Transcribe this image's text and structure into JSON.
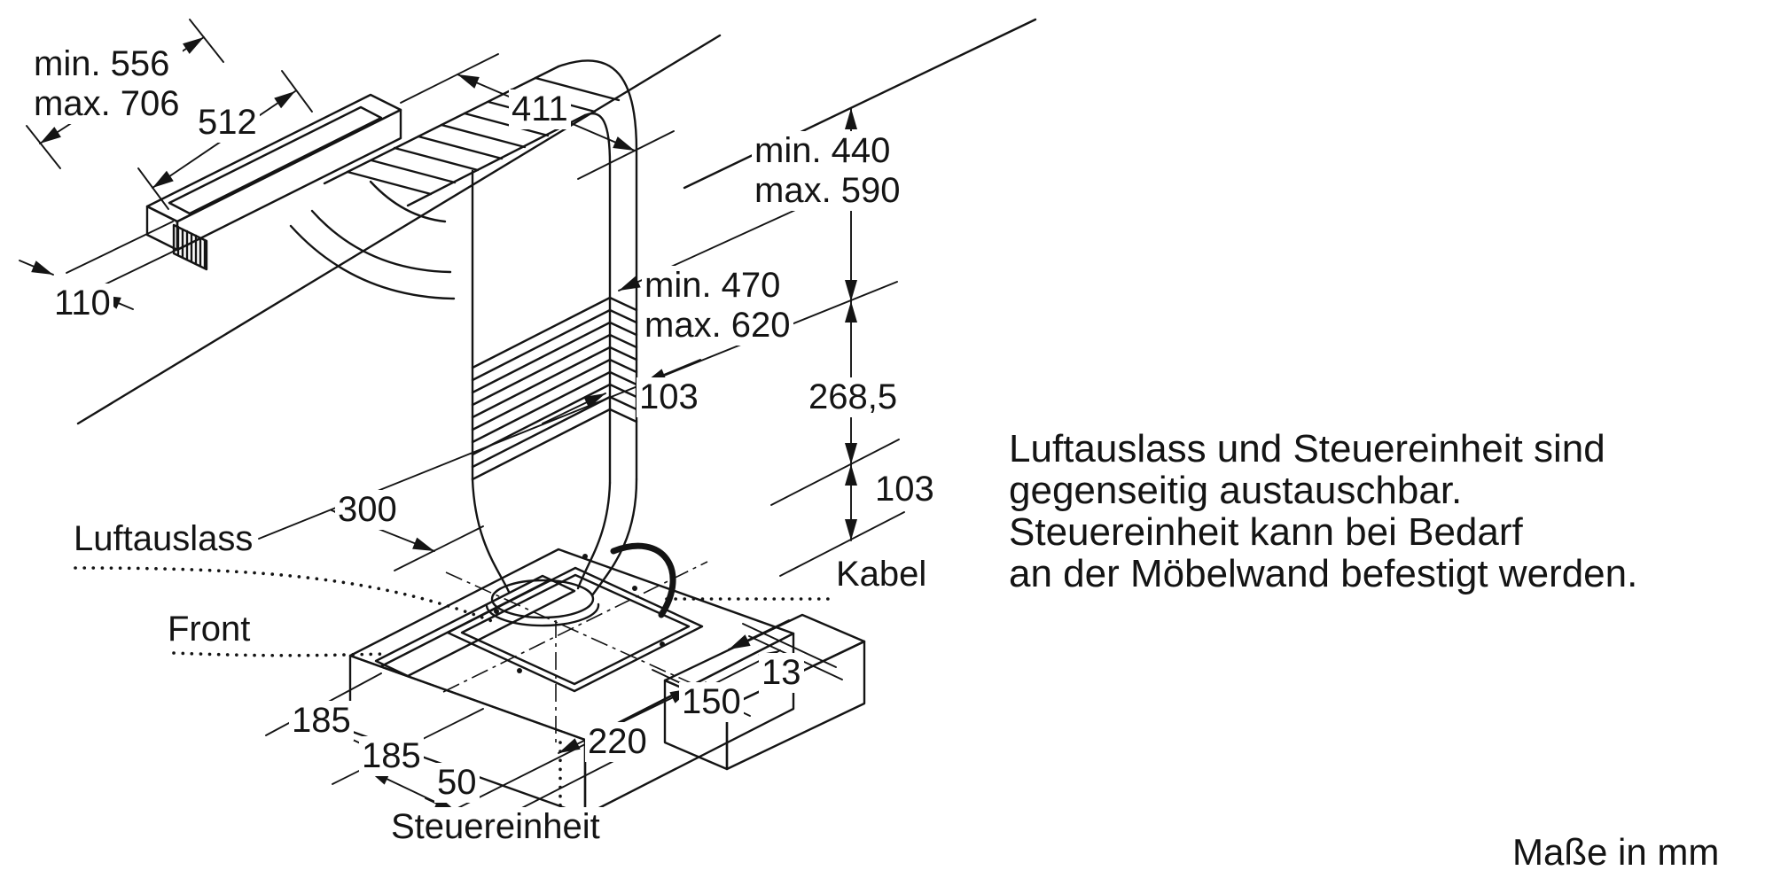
{
  "dims": {
    "width_min": "min. 556",
    "width_max": "max. 706",
    "vent_length": "512",
    "top_depth": "411",
    "height_min": "min. 440",
    "height_max": "max. 590",
    "end_width": "110",
    "reach_min": "min. 470",
    "reach_max": "max. 620",
    "duct_depth": "103",
    "mid_height": "268,5",
    "outlet_height": "103",
    "clearance": "300",
    "gap": "13",
    "control_width": "150",
    "base_depth": "220",
    "base_width_a": "185",
    "base_width_b": "185",
    "overhang": "50"
  },
  "labels": {
    "air_outlet": "Luftauslass",
    "front": "Front",
    "cable": "Kabel",
    "control_unit": "Steuereinheit"
  },
  "note": {
    "line1": "Luftauslass und Steuereinheit sind",
    "line2": "gegenseitig austauschbar.",
    "line3": "Steuereinheit kann bei Bedarf",
    "line4": "an der Möbelwand befestigt werden."
  },
  "footer": {
    "units": "Maße in mm"
  },
  "colors": {
    "line": "#141414",
    "background": "#ffffff"
  }
}
